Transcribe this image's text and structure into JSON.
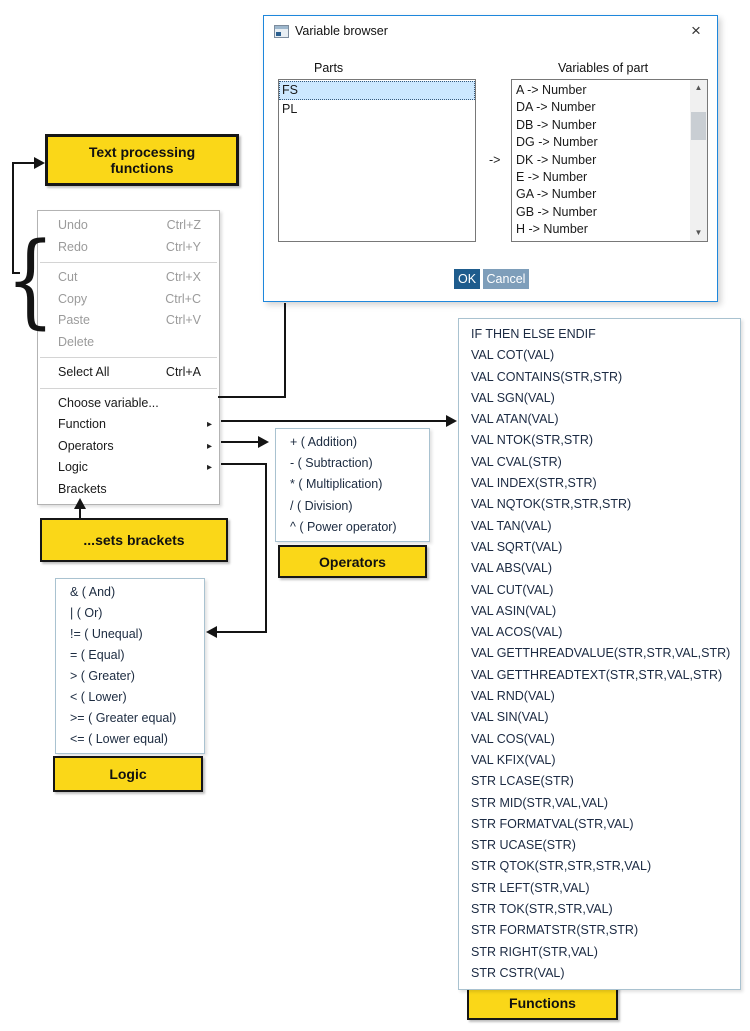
{
  "dialog": {
    "title": "Variable browser",
    "close_label": "×",
    "parts_label": "Parts",
    "variables_label": "Variables of part",
    "parts": [
      "FS",
      "PL"
    ],
    "selected_part": "FS",
    "arrow_between": "->",
    "variables": [
      "A -> Number",
      "DA -> Number",
      "DB -> Number",
      "DG -> Number",
      "DK -> Number",
      "E -> Number",
      "GA -> Number",
      "GB -> Number",
      "H -> Number"
    ],
    "scroll_up_icon": "▲",
    "scroll_down_icon": "▼",
    "ok_label": "OK",
    "cancel_label": "Cancel"
  },
  "labels": {
    "text_processing": "Text processing functions",
    "sets_brackets": "...sets brackets",
    "operators": "Operators",
    "logic": "Logic",
    "functions": "Functions"
  },
  "context_menu": {
    "items": [
      {
        "label": "Undo",
        "shortcut": "Ctrl+Z",
        "disabled": true
      },
      {
        "label": "Redo",
        "shortcut": "Ctrl+Y",
        "disabled": true
      },
      {
        "separator": true
      },
      {
        "label": "Cut",
        "shortcut": "Ctrl+X",
        "disabled": true
      },
      {
        "label": "Copy",
        "shortcut": "Ctrl+C",
        "disabled": true
      },
      {
        "label": "Paste",
        "shortcut": "Ctrl+V",
        "disabled": true
      },
      {
        "label": "Delete",
        "disabled": true
      },
      {
        "separator": true
      },
      {
        "label": "Select All",
        "shortcut": "Ctrl+A"
      },
      {
        "separator": true
      },
      {
        "label": "Choose variable..."
      },
      {
        "label": "Function",
        "submenu": true
      },
      {
        "label": "Operators",
        "submenu": true
      },
      {
        "label": "Logic",
        "submenu": true
      },
      {
        "label": "Brackets"
      }
    ],
    "submenu_arrow_icon": "▸"
  },
  "operators_menu": [
    "+ ( Addition)",
    "- ( Subtraction)",
    "* ( Multiplication)",
    "/ ( Division)",
    "^ ( Power operator)"
  ],
  "logic_menu": [
    "& ( And)",
    "| ( Or)",
    "!= ( Unequal)",
    "= ( Equal)",
    "> ( Greater)",
    "< ( Lower)",
    ">= ( Greater equal)",
    "<= ( Lower equal)"
  ],
  "functions_menu": [
    "IF THEN ELSE ENDIF",
    "VAL COT(VAL)",
    "VAL CONTAINS(STR,STR)",
    "VAL SGN(VAL)",
    "VAL ATAN(VAL)",
    "VAL NTOK(STR,STR)",
    "VAL CVAL(STR)",
    "VAL INDEX(STR,STR)",
    "VAL NQTOK(STR,STR,STR)",
    "VAL TAN(VAL)",
    "VAL SQRT(VAL)",
    "VAL ABS(VAL)",
    "VAL CUT(VAL)",
    "VAL ASIN(VAL)",
    "VAL ACOS(VAL)",
    "VAL GETTHREADVALUE(STR,STR,VAL,STR)",
    "VAL GETTHREADTEXT(STR,STR,VAL,STR)",
    "VAL RND(VAL)",
    "VAL SIN(VAL)",
    "VAL COS(VAL)",
    "VAL KFIX(VAL)",
    "STR LCASE(STR)",
    "STR MID(STR,VAL,VAL)",
    "STR FORMATVAL(STR,VAL)",
    "STR UCASE(STR)",
    "STR QTOK(STR,STR,STR,VAL)",
    "STR LEFT(STR,VAL)",
    "STR TOK(STR,STR,VAL)",
    "STR FORMATSTR(STR,STR)",
    "STR RIGHT(STR,VAL)",
    "STR CSTR(VAL)"
  ],
  "brace_glyph": "{"
}
